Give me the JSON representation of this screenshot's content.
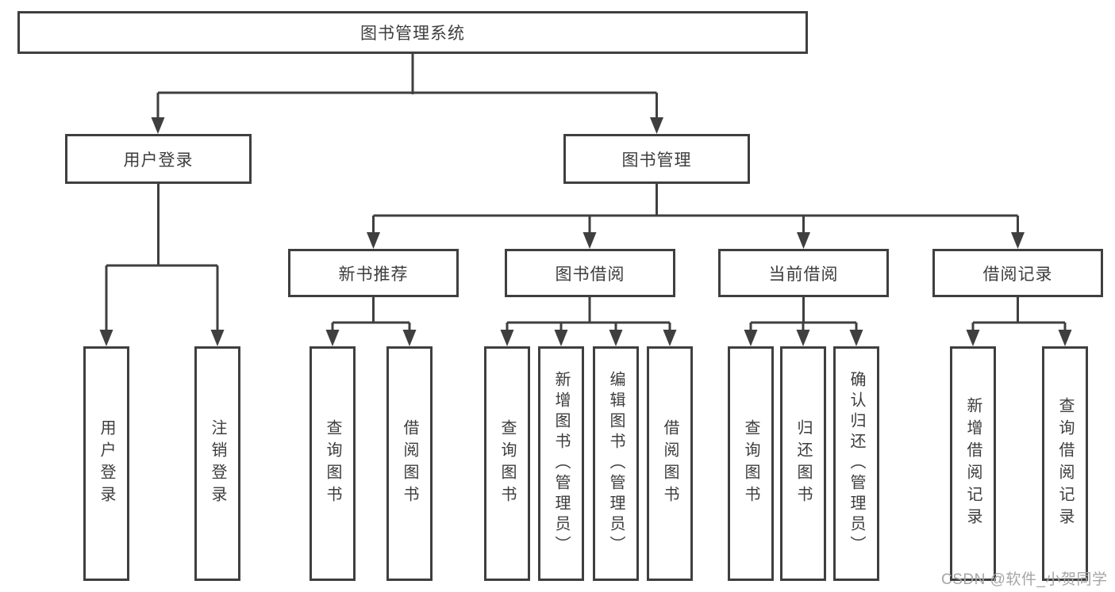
{
  "colors": {
    "line": "#3f3f3f",
    "text": "#3d3d3d",
    "watermark": "#a5a5a5"
  },
  "diagram": {
    "root": {
      "label": "图书管理系统"
    },
    "branches": [
      {
        "label": "用户登录",
        "children": [
          {
            "label": "用户登录"
          },
          {
            "label": "注销登录"
          }
        ]
      },
      {
        "label": "图书管理",
        "children": [
          {
            "label": "新书推荐",
            "children": [
              {
                "label": "查询图书"
              },
              {
                "label": "借阅图书"
              }
            ]
          },
          {
            "label": "图书借阅",
            "children": [
              {
                "label": "查询图书"
              },
              {
                "label": "新增图书（管理员）"
              },
              {
                "label": "编辑图书（管理员）"
              },
              {
                "label": "借阅图书"
              }
            ]
          },
          {
            "label": "当前借阅",
            "children": [
              {
                "label": "查询图书"
              },
              {
                "label": "归还图书"
              },
              {
                "label": "确认归还（管理员）"
              }
            ]
          },
          {
            "label": "借阅记录",
            "children": [
              {
                "label": "新增借阅记录"
              },
              {
                "label": "查询借阅记录"
              }
            ]
          }
        ]
      }
    ]
  },
  "watermark": {
    "text": "CSDN @软件_小贺同学"
  }
}
